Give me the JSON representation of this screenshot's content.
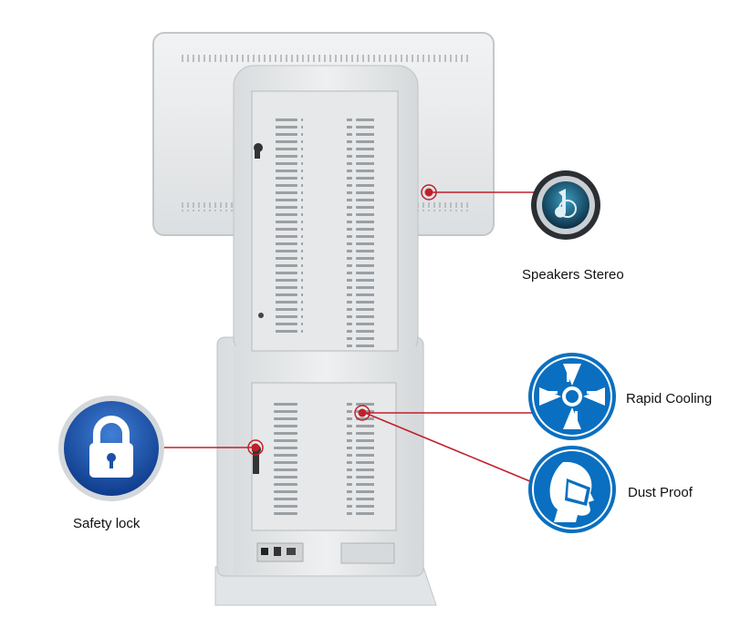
{
  "features": {
    "speakers": {
      "label": "Speakers Stereo",
      "icon": "speaker-icon"
    },
    "cooling": {
      "label": "Rapid Cooling",
      "icon": "fan-icon"
    },
    "dust": {
      "label": "Dust Proof",
      "icon": "head-mask-icon"
    },
    "lock": {
      "label": "Safety lock",
      "icon": "padlock-icon"
    }
  },
  "colors": {
    "callout_line": "#c0202a",
    "badge_blue": "#0a6fc0",
    "lock_blue": "#1c4fa8",
    "kiosk_body": "#e9ebec"
  }
}
